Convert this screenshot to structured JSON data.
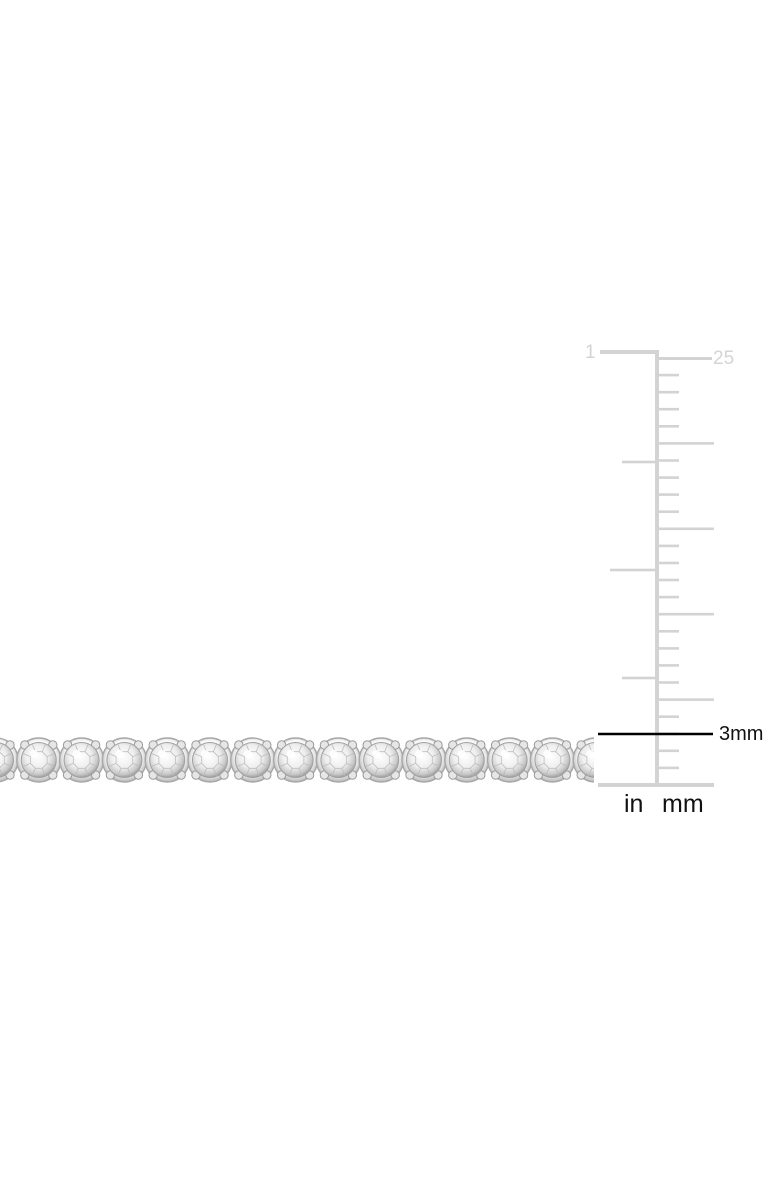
{
  "scale": {
    "top_in_label": "1",
    "top_mm_label": "25",
    "measurement_label": "3mm",
    "unit_in_label": "in",
    "unit_mm_label": "mm",
    "ruler_color": "#d3d3d3",
    "pointer_color": "#000000"
  },
  "bracelet": {
    "stone_fill": "#f4f4f4",
    "stone_shadow": "#bdbdbd",
    "metal_color": "#c9c9c9"
  }
}
